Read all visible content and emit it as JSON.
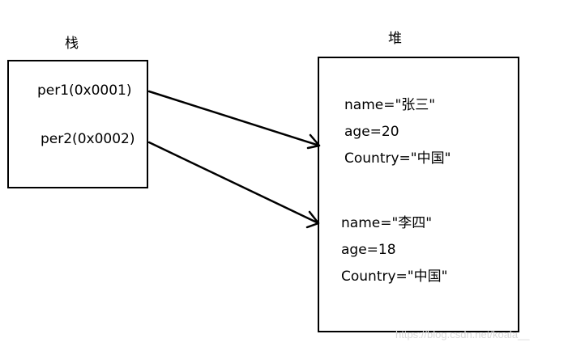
{
  "stack": {
    "title": "栈",
    "entries": [
      "per1(0x0001)",
      "per2(0x0002)"
    ]
  },
  "heap": {
    "title": "堆",
    "objects": [
      {
        "name": "name=\"张三\"",
        "age": "age=20",
        "country": "Country=\"中国\""
      },
      {
        "name": "name=\"李四\"",
        "age": "age=18",
        "country": "Country=\"中国\""
      }
    ]
  },
  "watermark": "https://blog.csdn.net/koala__",
  "colors": {
    "line": "#000000",
    "background": "#ffffff",
    "watermark": "#d9d9d9"
  }
}
